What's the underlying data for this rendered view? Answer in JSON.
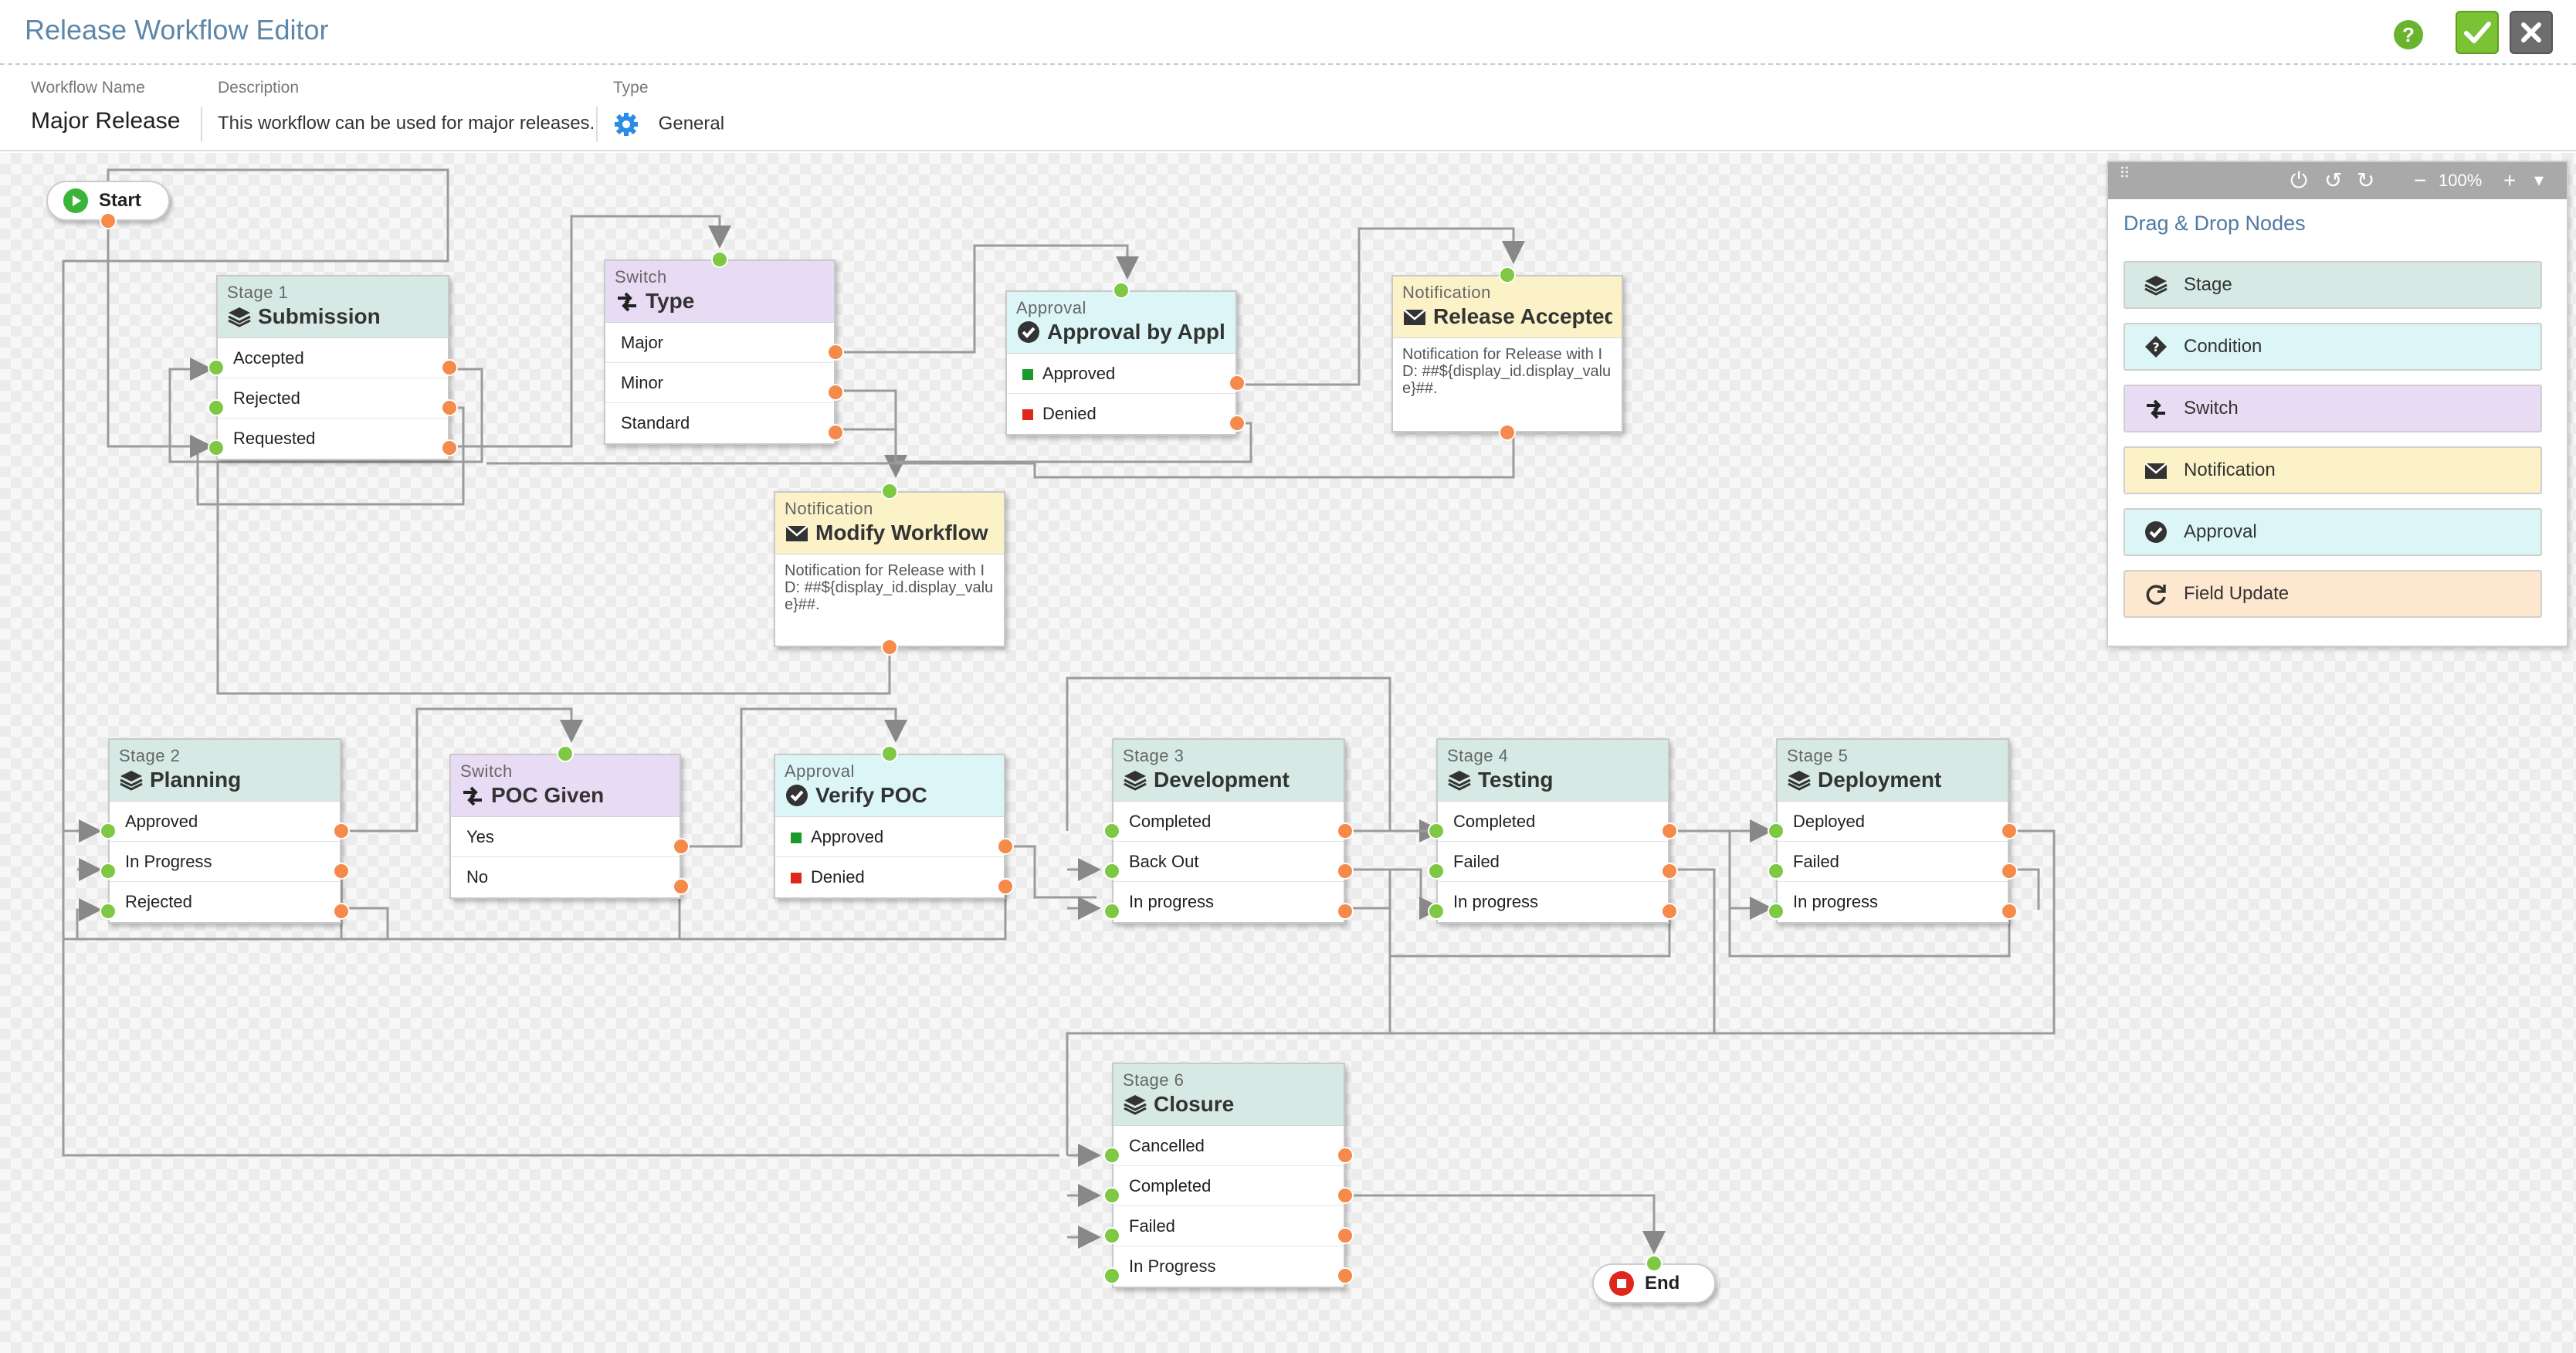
{
  "app": {
    "title": "Release Workflow Editor",
    "help_label": "?"
  },
  "meta": {
    "name_label": "Workflow Name",
    "name_value": "Major Release",
    "desc_label": "Description",
    "desc_value": "This workflow can be used for major releases.",
    "type_label": "Type",
    "type_value": "General"
  },
  "palette": {
    "zoom": "100%",
    "title": "Drag & Drop Nodes",
    "items": [
      "Stage",
      "Condition",
      "Switch",
      "Notification",
      "Approval",
      "Field Update"
    ]
  },
  "nodes": {
    "start": "Start",
    "end": "End",
    "stage1": {
      "kind": "Stage 1",
      "title": "Submission",
      "rows": [
        "Accepted",
        "Rejected",
        "Requested"
      ]
    },
    "switch_type": {
      "kind": "Switch",
      "title": "Type",
      "rows": [
        "Major",
        "Minor",
        "Standard"
      ]
    },
    "approval_app": {
      "kind": "Approval",
      "title": "Approval by Appli...",
      "rows": [
        "Approved",
        "Denied"
      ]
    },
    "notif_accepted": {
      "kind": "Notification",
      "title": "Release Accepted",
      "body": "Notification for Release with ID: ##${display_id.display_value}##."
    },
    "notif_modify": {
      "kind": "Notification",
      "title": "Modify Workflow",
      "body": "Notification for Release with ID: ##${display_id.display_value}##."
    },
    "stage2": {
      "kind": "Stage 2",
      "title": "Planning",
      "rows": [
        "Approved",
        "In Progress",
        "Rejected"
      ]
    },
    "switch_poc": {
      "kind": "Switch",
      "title": "POC Given",
      "rows": [
        "Yes",
        "No"
      ]
    },
    "approval_poc": {
      "kind": "Approval",
      "title": "Verify POC",
      "rows": [
        "Approved",
        "Denied"
      ]
    },
    "stage3": {
      "kind": "Stage 3",
      "title": "Development",
      "rows": [
        "Completed",
        "Back Out",
        "In progress"
      ]
    },
    "stage4": {
      "kind": "Stage 4",
      "title": "Testing",
      "rows": [
        "Completed",
        "Failed",
        "In progress"
      ]
    },
    "stage5": {
      "kind": "Stage 5",
      "title": "Deployment",
      "rows": [
        "Deployed",
        "Failed",
        "In progress"
      ]
    },
    "stage6": {
      "kind": "Stage 6",
      "title": "Closure",
      "rows": [
        "Cancelled",
        "Completed",
        "Failed",
        "In Progress"
      ]
    }
  },
  "colors": {
    "stage": "#d6e9e4",
    "switch": "#e7dcf3",
    "approval": "#dcf6f8",
    "notification": "#fbf2c8",
    "field_update": "#fde7cf",
    "port_in": "#7ec843",
    "port_out": "#f58a4b",
    "wire": "#9b9b9b",
    "approved": "#1a9a2a",
    "denied": "#e0261b"
  },
  "icons": {
    "stage": "layers-icon",
    "switch": "swap-arrows-icon",
    "approval": "check-circle-icon",
    "notification": "envelope-icon",
    "condition": "diamond-question-icon",
    "field_update": "refresh-icon",
    "type": "gear-icon"
  }
}
